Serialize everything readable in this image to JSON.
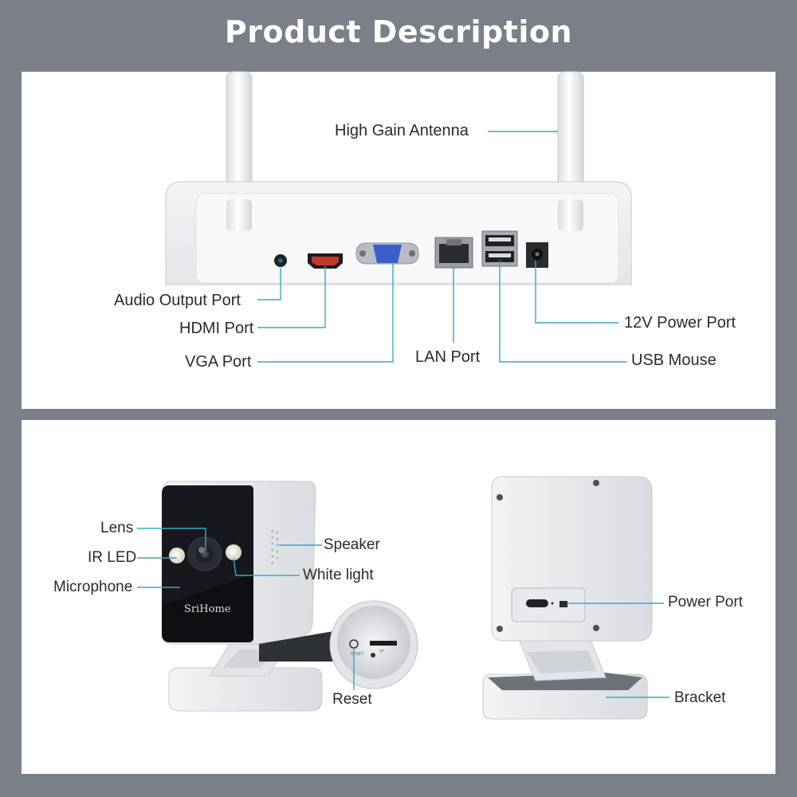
{
  "title": "Product Description",
  "colors": {
    "background": "#7a7f88",
    "panel": "#ffffff",
    "callout_line": "#3aa7c9",
    "text": "#2b2b2b"
  },
  "nvr": {
    "labels": {
      "antenna": "High Gain Antenna",
      "audio": "Audio Output Port",
      "hdmi": "HDMI Port",
      "vga": "VGA Port",
      "lan": "LAN Port",
      "power": "12V Power Port",
      "usb": "USB Mouse"
    }
  },
  "camera": {
    "brand": "SriHome",
    "labels": {
      "lens": "Lens",
      "ir_led": "IR LED",
      "microphone": "Microphone",
      "speaker": "Speaker",
      "white_light": "White light",
      "reset": "Reset",
      "power_port": "Power Port",
      "bracket": "Bracket"
    },
    "port_marks": {
      "reset_mark": "RESET",
      "tf_mark": "TF"
    }
  }
}
